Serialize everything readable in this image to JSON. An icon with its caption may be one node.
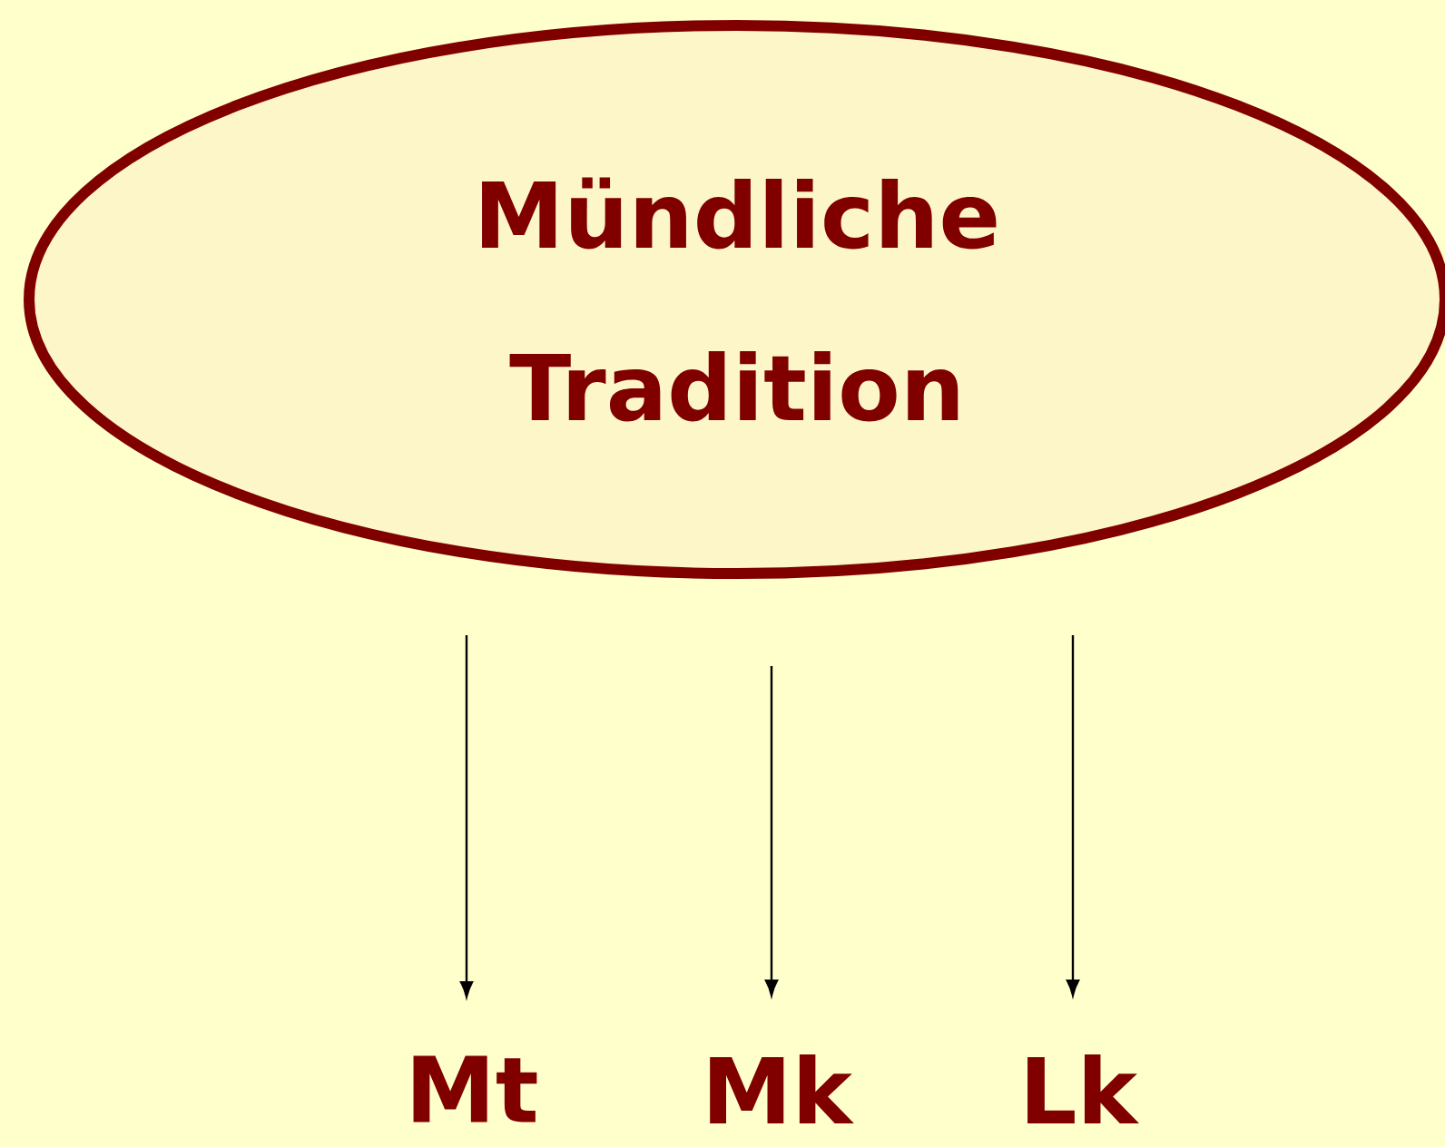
{
  "diagram": {
    "nodes": [
      {
        "text": [
          "Mündliche Tradition"
        ]
      },
      {
        "text": [
          "Mt"
        ]
      },
      {
        "text": [
          "Mk"
        ]
      },
      {
        "text": [
          "Lk"
        ]
      }
    ],
    "edges": [
      {
        "from": 0,
        "to": 1,
        "arrow": "to"
      },
      {
        "from": 0,
        "to": 2,
        "arrow": "to"
      },
      {
        "from": 0,
        "to": 3,
        "arrow": "to"
      }
    ]
  }
}
